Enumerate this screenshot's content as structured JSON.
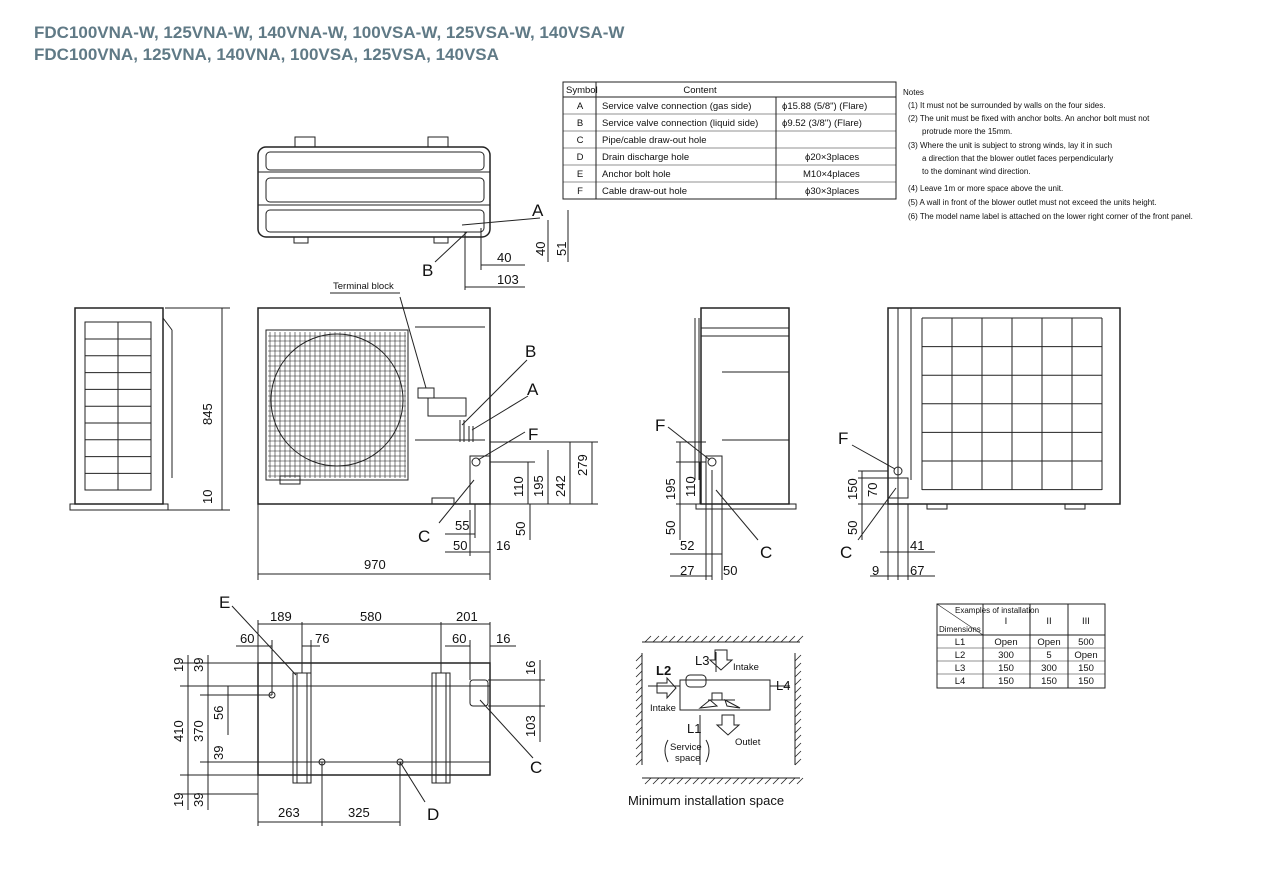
{
  "header": {
    "title_line1": "FDC100VNA-W, 125VNA-W, 140VNA-W, 100VSA-W, 125VSA-W, 140VSA-W",
    "title_line2": "FDC100VNA, 125VNA, 140VNA, 100VSA, 125VSA, 140VSA",
    "title_color": "#607a86"
  },
  "symbol_table": {
    "headers": [
      "Symbol",
      "Content"
    ],
    "rows": [
      {
        "symbol": "A",
        "content": "Service valve connection (gas side)",
        "spec": "ϕ15.88 (5/8\") (Flare)"
      },
      {
        "symbol": "B",
        "content": "Service valve connection (liquid side)",
        "spec": "ϕ9.52 (3/8\") (Flare)"
      },
      {
        "symbol": "C",
        "content": "Pipe/cable draw-out hole",
        "spec": ""
      },
      {
        "symbol": "D",
        "content": "Drain discharge hole",
        "spec": "ϕ20×3places"
      },
      {
        "symbol": "E",
        "content": "Anchor bolt hole",
        "spec": "M10×4places"
      },
      {
        "symbol": "F",
        "content": "Cable draw-out hole",
        "spec": "ϕ30×3places"
      }
    ]
  },
  "notes": {
    "title": "Notes",
    "lines": [
      "(1) It must not be surrounded by walls on the four sides.",
      "(2) The unit must be fixed with anchor bolts. An anchor bolt must not",
      "protrude more the 15mm.",
      "(3) Where the unit is subject to strong winds, lay it in such",
      "a direction that the blower outlet faces perpendicularly",
      "to the dominant wind direction.",
      "(4) Leave 1m or more space above the unit.",
      "(5) A wall in front of the blower outlet must not exceed the units height.",
      "(6) The model name label is attached on the lower right corner of the front panel."
    ]
  },
  "top_view": {
    "labels": {
      "a": "A",
      "b": "B"
    },
    "dims": {
      "d40h": "40",
      "d103": "103",
      "d40v": "40",
      "d51": "51"
    }
  },
  "front_view": {
    "terminal_block": "Terminal block",
    "labels": {
      "a": "A",
      "b": "B",
      "f": "F",
      "c": "C"
    },
    "dims": {
      "h845": "845",
      "h10": "10",
      "w970": "970",
      "d55": "55",
      "d50": "50",
      "d16": "16",
      "v110": "110",
      "v195": "195",
      "v242": "242",
      "v279": "279",
      "v50": "50"
    }
  },
  "side_view": {
    "labels": {
      "f": "F",
      "c": "C"
    },
    "dims": {
      "v195": "195",
      "v110": "110",
      "v50": "50",
      "d52": "52",
      "d27": "27",
      "d50": "50"
    }
  },
  "rear_view": {
    "labels": {
      "f": "F",
      "c": "C"
    },
    "dims": {
      "v150": "150",
      "v70": "70",
      "v50": "50",
      "d41": "41",
      "d9": "9",
      "d67": "67"
    }
  },
  "bottom_view": {
    "labels": {
      "e": "E",
      "c": "C",
      "d": "D"
    },
    "dims": {
      "d189": "189",
      "d580": "580",
      "d201": "201",
      "d60l": "60",
      "d76": "76",
      "d60r": "60",
      "d16t": "16",
      "v19t": "19",
      "v39t": "39",
      "v56": "56",
      "v370": "370",
      "v410": "410",
      "v39b": "39",
      "v19b": "19",
      "v39bb": "39",
      "v16": "16",
      "v103": "103",
      "d263": "263",
      "d325": "325"
    }
  },
  "install_space": {
    "caption": "Minimum installation space",
    "labels": {
      "l1": "L1",
      "l2": "L2",
      "l3": "L3",
      "l4": "L4",
      "intake_top": "Intake",
      "intake_left": "Intake",
      "outlet": "Outlet",
      "service1": "Service",
      "service2": "space"
    }
  },
  "install_table": {
    "header_corner_top": "Examples of installation",
    "header_corner_bottom": "Dimensions",
    "columns": [
      "I",
      "II",
      "III"
    ],
    "rows": [
      {
        "label": "L1",
        "values": [
          "Open",
          "Open",
          "500"
        ]
      },
      {
        "label": "L2",
        "values": [
          "300",
          "5",
          "Open"
        ]
      },
      {
        "label": "L3",
        "values": [
          "150",
          "300",
          "150"
        ]
      },
      {
        "label": "L4",
        "values": [
          "150",
          "150",
          "150"
        ]
      }
    ]
  }
}
